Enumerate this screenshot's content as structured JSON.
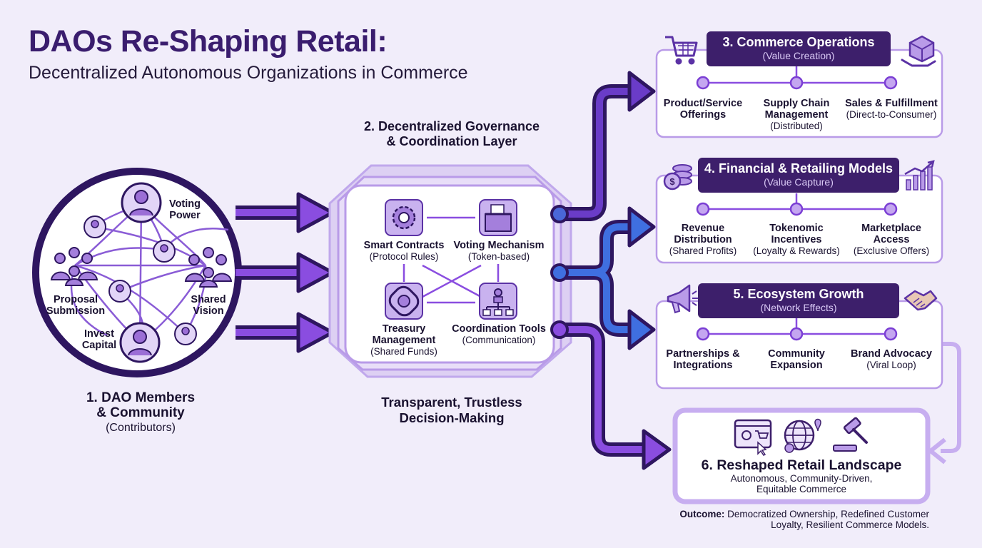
{
  "title": "DAOs Re-Shaping Retail:",
  "subtitle": "Decentralized Autonomous Organizations in Commerce",
  "members": {
    "title": "1. DAO Members\n& Community",
    "sub": "(Contributors)",
    "voting": "Voting\nPower",
    "proposal": "Proposal\nSubmission",
    "shared": "Shared\nVision",
    "invest": "Invest\nCapital"
  },
  "governance": {
    "title": "2. Decentralized Governance\n& Coordination Layer",
    "caption": "Transparent, Trustless\nDecision-Making",
    "smart_title": "Smart Contracts",
    "smart_sub": "(Protocol Rules)",
    "voting_title": "Voting Mechanism",
    "voting_sub": "(Token-based)",
    "treasury_title": "Treasury\nManagement",
    "treasury_sub": "(Shared Funds)",
    "coord_title": "Coordination Tools",
    "coord_sub": "(Communication)"
  },
  "commerce": {
    "title": "3. Commerce Operations",
    "sub": "(Value Creation)",
    "items": [
      {
        "title": "Product/Service\nOfferings",
        "sub": ""
      },
      {
        "title": "Supply Chain\nManagement",
        "sub": "(Distributed)"
      },
      {
        "title": "Sales & Fulfillment",
        "sub": "(Direct-to-Consumer)"
      }
    ]
  },
  "financial": {
    "title": "4. Financial & Retailing Models",
    "sub": "(Value Capture)",
    "items": [
      {
        "title": "Revenue\nDistribution",
        "sub": "(Shared Profits)"
      },
      {
        "title": "Tokenomic\nIncentives",
        "sub": "(Loyalty & Rewards)"
      },
      {
        "title": "Marketplace\nAccess",
        "sub": "(Exclusive Offers)"
      }
    ]
  },
  "ecosystem": {
    "title": "5. Ecosystem Growth",
    "sub": "(Network Effects)",
    "items": [
      {
        "title": "Partnerships &\nIntegrations",
        "sub": ""
      },
      {
        "title": "Community\nExpansion",
        "sub": ""
      },
      {
        "title": "Brand Advocacy",
        "sub": "(Viral Loop)"
      }
    ]
  },
  "landscape": {
    "title": "6. Reshaped Retail Landscape",
    "sub": "Autonomous, Community-Driven,\nEquitable Commerce"
  },
  "outcome": {
    "label": "Outcome:",
    "text": "Democratized Ownership, Redefined Customer\nLoyalty, Resilient Commerce Models."
  },
  "colors": {
    "dark_purple": "#3d1f6b",
    "purple": "#7b3fd4",
    "light_purple": "#b89ce8",
    "blue": "#3f6fe0",
    "background": "#f1edfa"
  }
}
